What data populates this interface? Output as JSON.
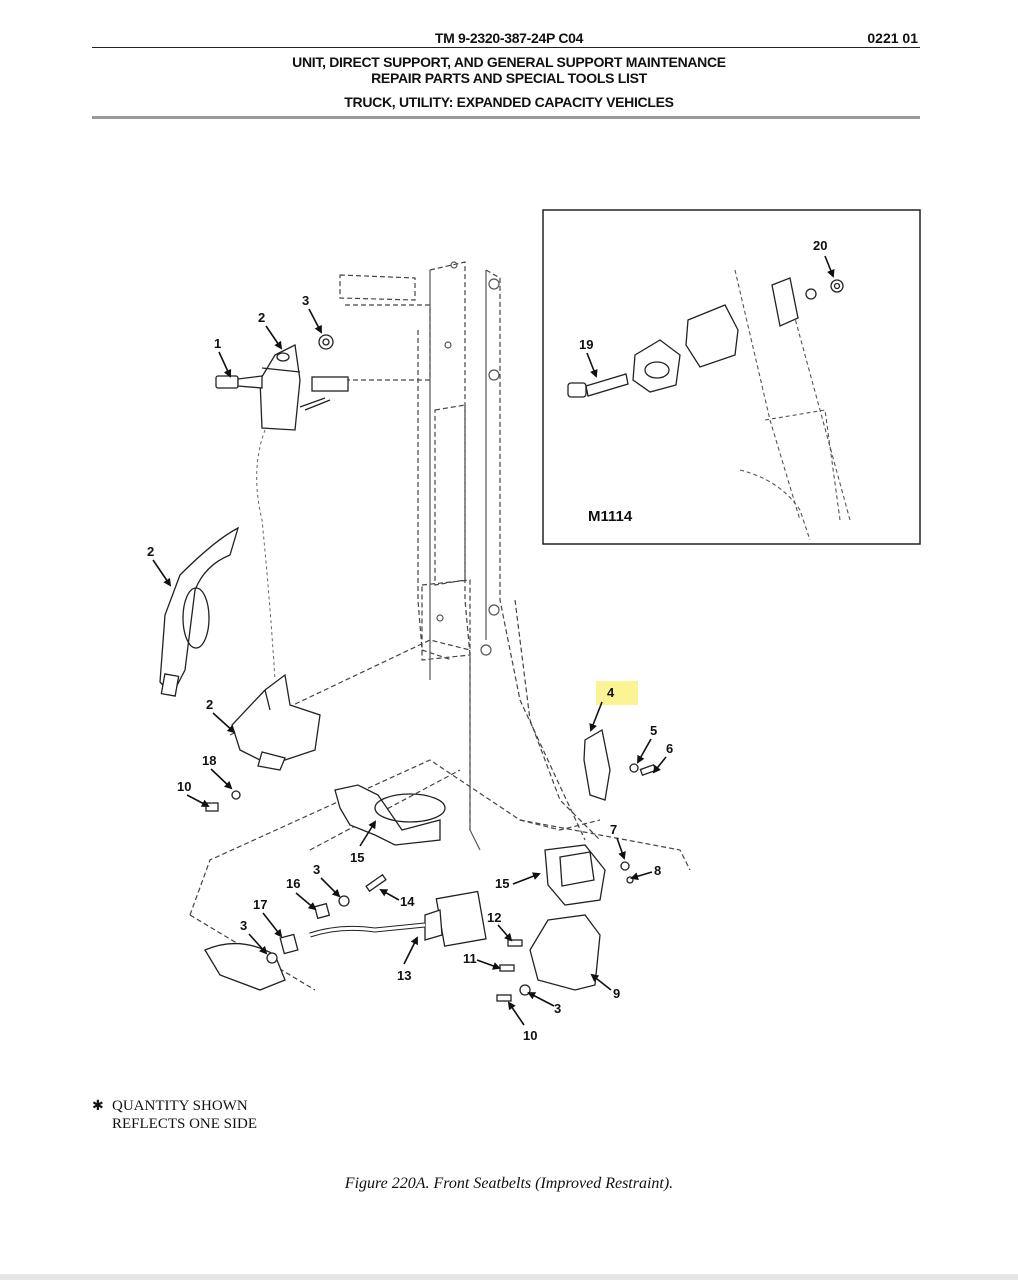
{
  "header": {
    "doc_id": "TM 9-2320-387-24P  C04",
    "page_number": "0221 01",
    "line1": "UNIT, DIRECT SUPPORT, AND GENERAL SUPPORT MAINTENANCE",
    "line2": "REPAIR PARTS AND SPECIAL TOOLS LIST",
    "line3": "TRUCK, UTILITY: EXPANDED CAPACITY VEHICLES"
  },
  "inset": {
    "label": "M1114"
  },
  "callouts": {
    "c1": "1",
    "c2a": "2",
    "c2b": "2",
    "c2c": "2",
    "c3a": "3",
    "c3b": "3",
    "c3c": "3",
    "c3d": "3",
    "c4": "4",
    "c5": "5",
    "c6": "6",
    "c7": "7",
    "c8": "8",
    "c9": "9",
    "c10a": "10",
    "c10b": "10",
    "c11": "11",
    "c12": "12",
    "c13": "13",
    "c14": "14",
    "c15a": "15",
    "c15b": "15",
    "c16": "16",
    "c17": "17",
    "c18": "18",
    "c19": "19",
    "c20": "20"
  },
  "note": {
    "symbol": "✱",
    "line1": "QUANTITY SHOWN",
    "line2": "REFLECTS ONE SIDE"
  },
  "caption": "Figure 220A.  Front Seatbelts (Improved Restraint).",
  "footer": {
    "line1": "",
    "line2": ""
  },
  "highlight_color": "#fbf38a"
}
